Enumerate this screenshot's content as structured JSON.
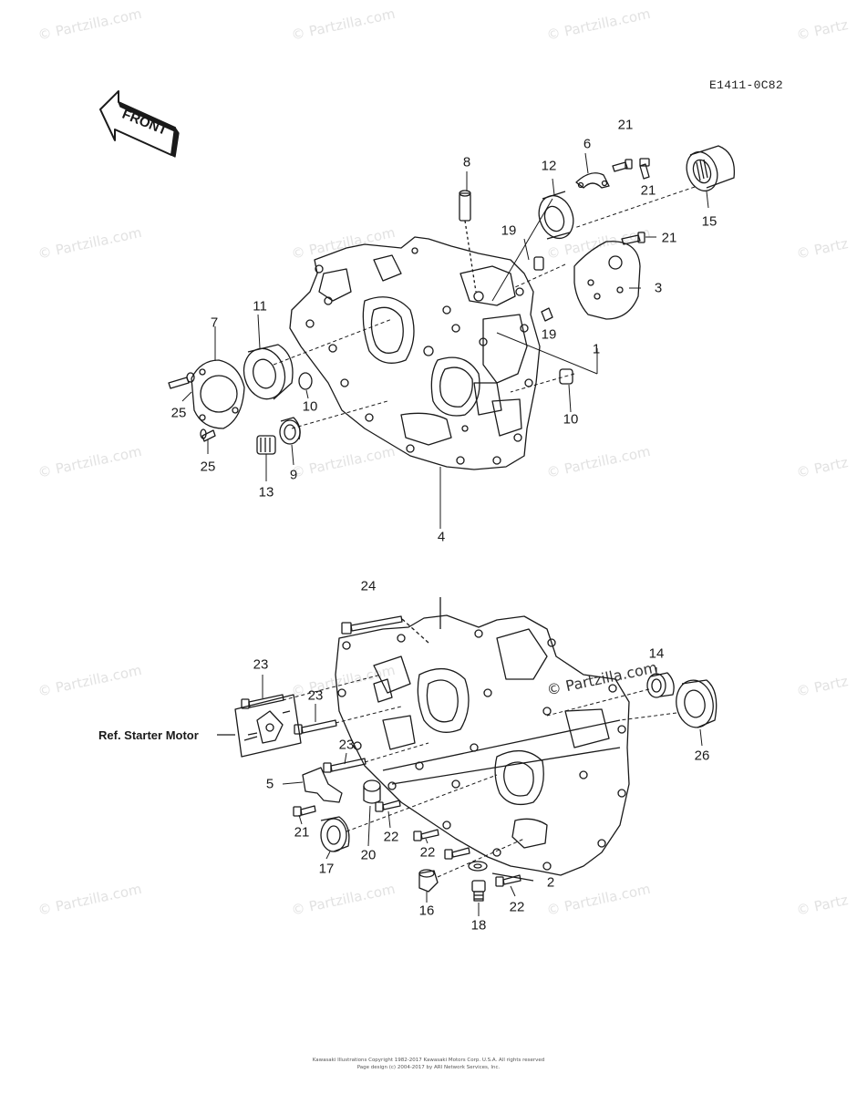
{
  "diagram": {
    "code": "E1411-0C82",
    "front_label": "FRONT",
    "ref_label": "Ref. Starter Motor",
    "watermark": "© Partzilla.com",
    "watermark_prominent": "© Partzilla.com",
    "watermark_partial": "© Partz",
    "footer_line1": "Kawasaki Illustrations Copyright 1982-2017 Kawasaki Motors Corp. U.S.A. All rights reserved",
    "footer_line2": "Page design (c) 2004-2017 by ARI Network Services, Inc.",
    "line_color": "#1a1a1a"
  },
  "callouts": {
    "c21a": "21",
    "c6": "6",
    "c8": "8",
    "c12": "12",
    "c21b": "21",
    "c15": "15",
    "c19a": "19",
    "c21c": "21",
    "c3": "3",
    "c7": "7",
    "c11": "11",
    "c19b": "19",
    "c1": "1",
    "c10a": "10",
    "c25a": "25",
    "c10b": "10",
    "c25b": "25",
    "c13": "13",
    "c9": "9",
    "c4": "4",
    "c24": "24",
    "c23a": "23",
    "c23b": "23",
    "c14": "14",
    "c23c": "23",
    "c26": "26",
    "c5": "5",
    "c21d": "21",
    "c22a": "22",
    "c20": "20",
    "c17": "17",
    "c22b": "22",
    "c2": "2",
    "c16": "16",
    "c22c": "22",
    "c18": "18"
  }
}
